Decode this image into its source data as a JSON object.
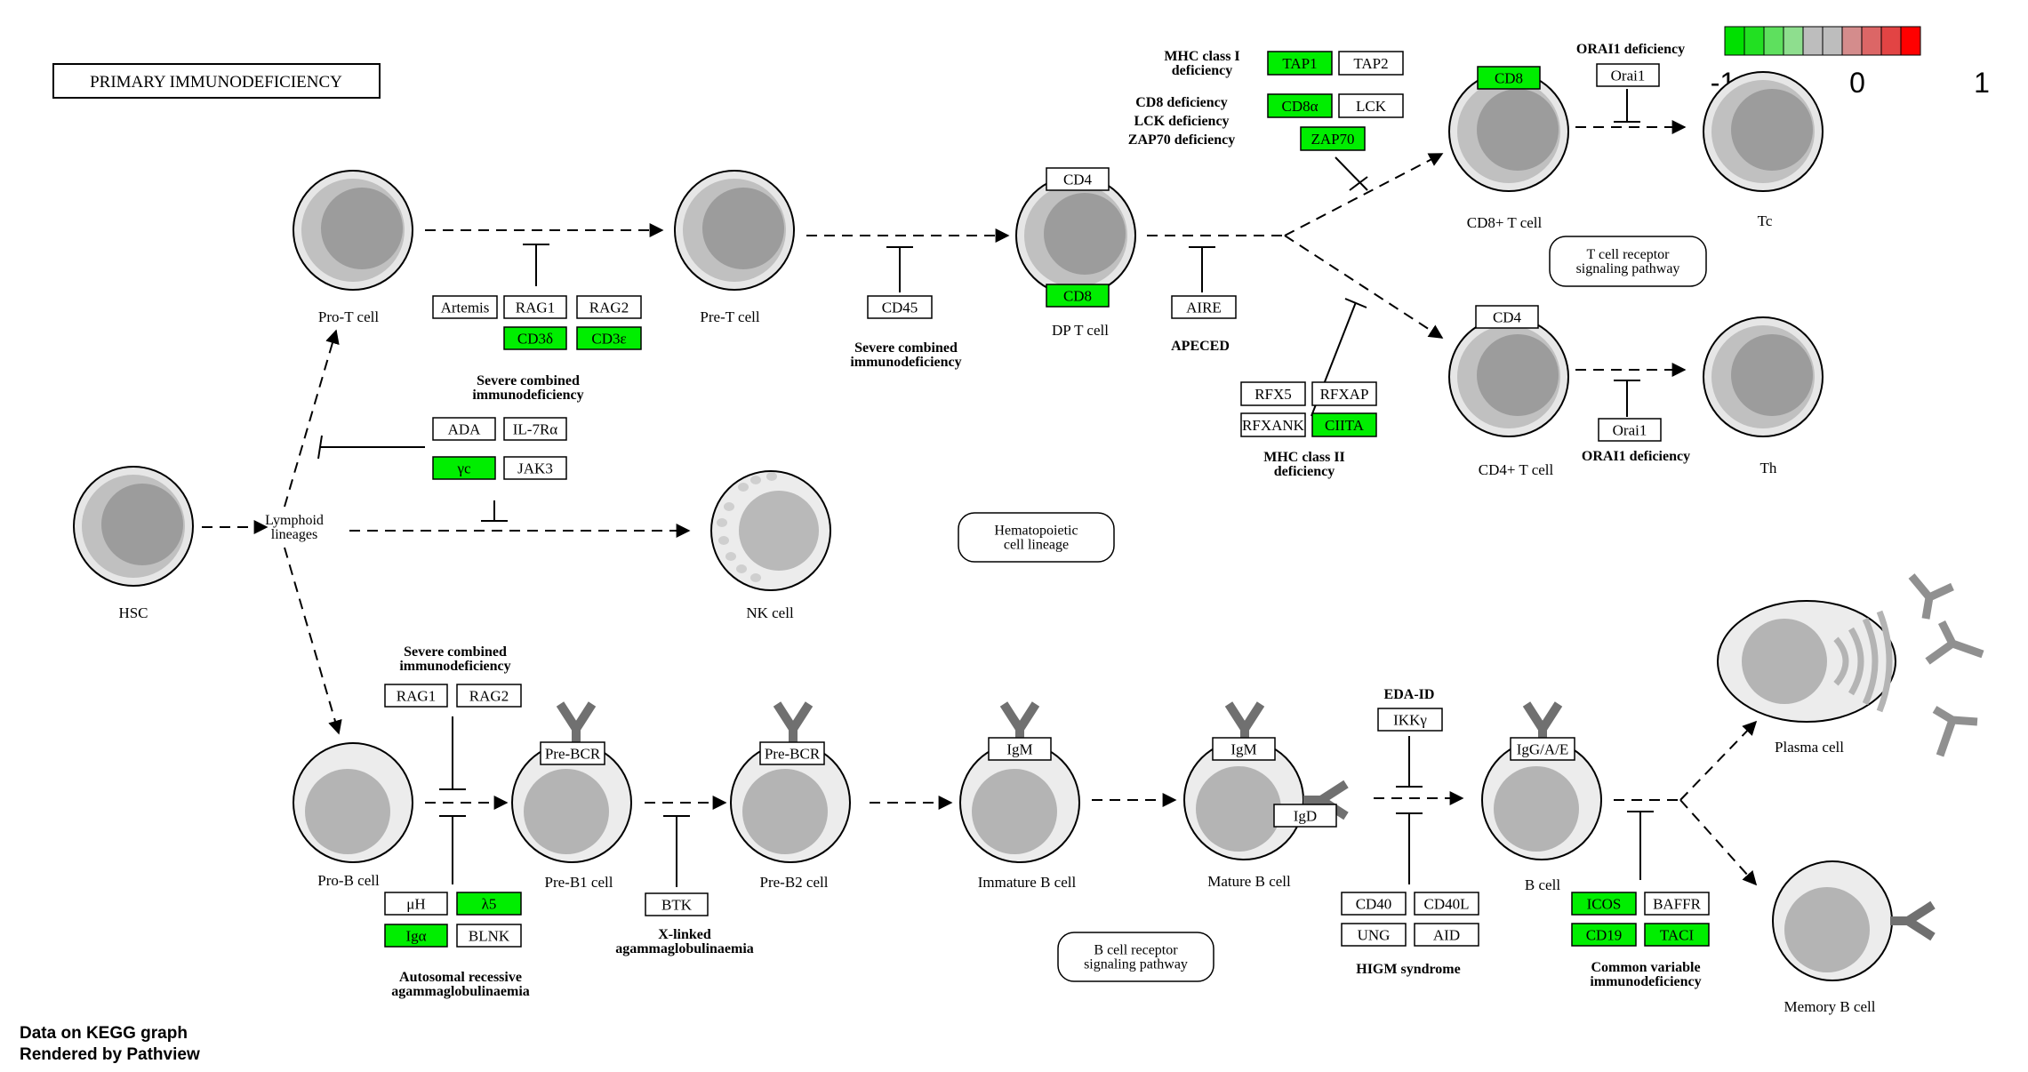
{
  "title": "PRIMARY IMMUNODEFICIENCY",
  "footer": {
    "line1": "Data on KEGG graph",
    "line2": "Rendered by Pathview"
  },
  "legend": {
    "colors": [
      "#00e000",
      "#22e022",
      "#5ee05e",
      "#8ede8e",
      "#bdbdbd",
      "#bdbdbd",
      "#d48c8c",
      "#dc6666",
      "#e24444",
      "#ff0000"
    ],
    "min_label": "-1",
    "mid_label": "0",
    "max_label": "1"
  },
  "colors": {
    "hit": "#00ee00",
    "cell_outer": "#e6e6e6",
    "cell_mid": "#c0c0c0",
    "cell_nucleus": "#9c9c9c",
    "receptor": "#707070"
  },
  "cells": {
    "hsc": "HSC",
    "lymphoid": "Lymphoid\nlineages",
    "pro_t": "Pro-T cell",
    "pre_t": "Pre-T cell",
    "dp_t": "DP T cell",
    "cd8_t": "CD8+ T cell",
    "tc": "Tc",
    "cd4_t": "CD4+ T cell",
    "th": "Th",
    "nk": "NK cell",
    "pro_b": "Pro-B cell",
    "pre_b1": "Pre-B1 cell",
    "pre_b2": "Pre-B2 cell",
    "immature_b": "Immature B cell",
    "mature_b": "Mature B cell",
    "b_cell": "B cell",
    "plasma": "Plasma cell",
    "memory_b": "Memory B cell"
  },
  "pathways": {
    "tcr": "T cell receptor\nsignaling pathway",
    "hematopoietic": "Hematopoietic\ncell lineage",
    "bcr": "B cell receptor\nsignaling pathway"
  },
  "diseases": {
    "scid_top": "Severe combined\nimmunodeficiency",
    "scid_mid": "Severe combined\nimmunodeficiency",
    "apeced": "APECED",
    "mhc1": "MHC class I\ndeficiency",
    "cd8_def": "CD8 deficiency\nLCK deficiency\nZAP70 deficiency",
    "orai1_top": "ORAI1 deficiency",
    "orai1_bottom": "ORAI1 deficiency",
    "mhc2": "MHC class II\ndeficiency",
    "scid_b": "Severe combined\nimmunodeficiency",
    "arag": "Autosomal recessive\nagammaglobulinaemia",
    "xla": "X-linked\nagammaglobulinaemia",
    "eda_id": "EDA-ID",
    "higm": "HIGM syndrome",
    "cvid": "Common variable\nimmunodeficiency"
  },
  "genes": {
    "artemis": "Artemis",
    "rag1_t": "RAG1",
    "rag2_t": "RAG2",
    "cd3d": "CD3δ",
    "cd3e": "CD3ε",
    "ada": "ADA",
    "il7ra": "IL-7Rα",
    "yc": "γc",
    "jak3": "JAK3",
    "cd45": "CD45",
    "cd4_dp": "CD4",
    "cd8_dp": "CD8",
    "aire": "AIRE",
    "tap1": "TAP1",
    "tap2": "TAP2",
    "cd8a": "CD8α",
    "lck": "LCK",
    "zap70": "ZAP70",
    "cd8_top": "CD8",
    "orai1_top": "Orai1",
    "cd4_right": "CD4",
    "orai1_bottom": "Orai1",
    "rfx5": "RFX5",
    "rfxap": "RFXAP",
    "rfxank": "RFXANK",
    "ciita": "CIITA",
    "rag1_b": "RAG1",
    "rag2_b": "RAG2",
    "mu_h": "μH",
    "lambda5": "λ5",
    "iga": "Igα",
    "blnk": "BLNK",
    "pre_bcr1": "Pre-BCR",
    "pre_bcr2": "Pre-BCR",
    "btk": "BTK",
    "igm1": "IgM",
    "igm2": "IgM",
    "igd": "IgD",
    "ikky": "IKKγ",
    "cd40": "CD40",
    "cd40l": "CD40L",
    "ung": "UNG",
    "aid": "AID",
    "iggae": "IgG/A/E",
    "icos": "ICOS",
    "baffr": "BAFFR",
    "cd19": "CD19",
    "taci": "TACI"
  }
}
